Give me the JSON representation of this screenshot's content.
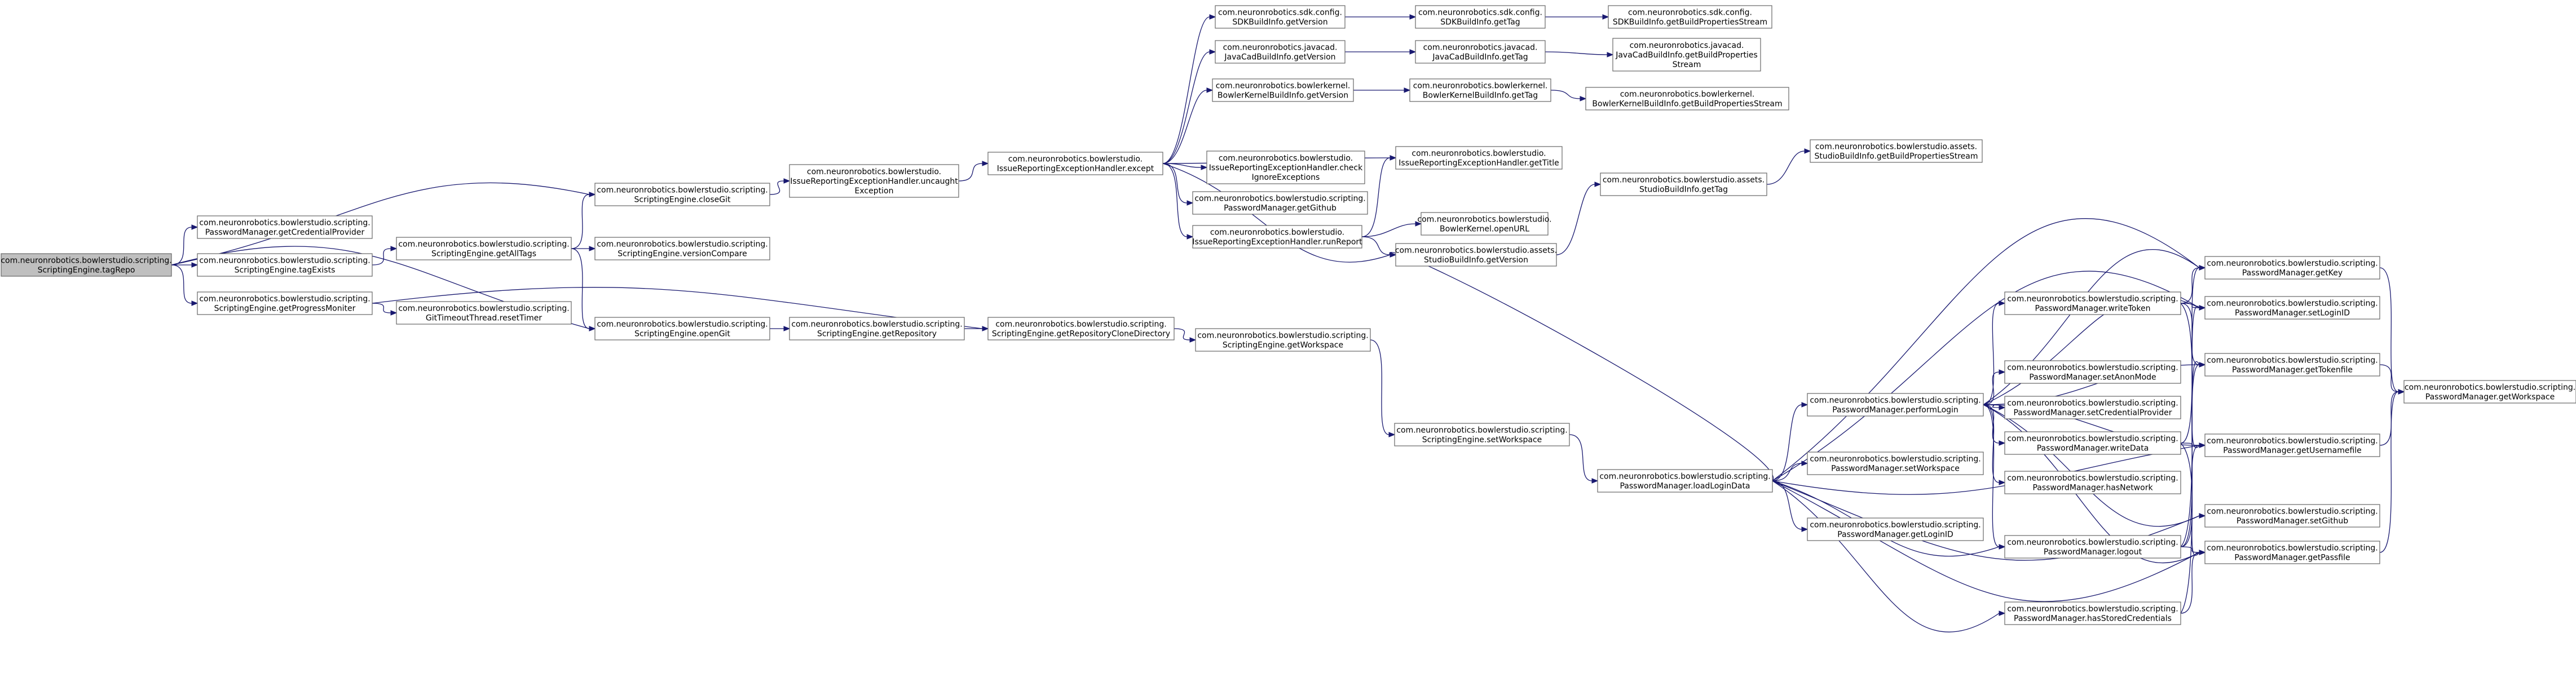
{
  "diagram": {
    "colors": {
      "edge": "#191970",
      "root_fill": "#bfbfbf",
      "node_fill": "#ffffff",
      "node_border": "#666666"
    },
    "nodes": [
      {
        "id": "n0",
        "lines": [
          "com.neuronrobotics.bowlerstudio.scripting.",
          "ScriptingEngine.tagRepo"
        ],
        "root": true
      },
      {
        "id": "n1",
        "lines": [
          "com.neuronrobotics.bowlerstudio.scripting.",
          "ScriptingEngine.closeGit"
        ]
      },
      {
        "id": "n2",
        "lines": [
          "com.neuronrobotics.bowlerstudio.",
          "IssueReportingExceptionHandler.uncaught",
          "Exception"
        ]
      },
      {
        "id": "n3",
        "lines": [
          "com.neuronrobotics.bowlerstudio.",
          "IssueReportingExceptionHandler.except"
        ]
      },
      {
        "id": "n4",
        "lines": [
          "com.neuronrobotics.sdk.config.",
          "SDKBuildInfo.getVersion"
        ]
      },
      {
        "id": "n5",
        "lines": [
          "com.neuronrobotics.sdk.config.",
          "SDKBuildInfo.getTag"
        ]
      },
      {
        "id": "n6",
        "lines": [
          "com.neuronrobotics.sdk.config.",
          "SDKBuildInfo.getBuildPropertiesStream"
        ]
      },
      {
        "id": "n7",
        "lines": [
          "com.neuronrobotics.javacad.",
          "JavaCadBuildInfo.getVersion"
        ]
      },
      {
        "id": "n8",
        "lines": [
          "com.neuronrobotics.javacad.",
          "JavaCadBuildInfo.getTag"
        ]
      },
      {
        "id": "n9",
        "lines": [
          "com.neuronrobotics.javacad.",
          "JavaCadBuildInfo.getBuildProperties",
          "Stream"
        ]
      },
      {
        "id": "n10",
        "lines": [
          "com.neuronrobotics.bowlerkernel.",
          "BowlerKernelBuildInfo.getVersion"
        ]
      },
      {
        "id": "n11",
        "lines": [
          "com.neuronrobotics.bowlerkernel.",
          "BowlerKernelBuildInfo.getTag"
        ]
      },
      {
        "id": "n12",
        "lines": [
          "com.neuronrobotics.bowlerkernel.",
          "BowlerKernelBuildInfo.getBuildPropertiesStream"
        ]
      },
      {
        "id": "n13",
        "lines": [
          "com.neuronrobotics.bowlerstudio.",
          "IssueReportingExceptionHandler.getTitle"
        ]
      },
      {
        "id": "n14",
        "lines": [
          "com.neuronrobotics.bowlerstudio.",
          "IssueReportingExceptionHandler.check",
          "IgnoreExceptions"
        ]
      },
      {
        "id": "n15",
        "lines": [
          "com.neuronrobotics.bowlerstudio.scripting.",
          "PasswordManager.getGithub"
        ]
      },
      {
        "id": "n16",
        "lines": [
          "com.neuronrobotics.bowlerstudio.",
          "IssueReportingExceptionHandler.runReport"
        ]
      },
      {
        "id": "n17",
        "lines": [
          "com.neuronrobotics.bowlerstudio.",
          "BowlerKernel.openURL"
        ]
      },
      {
        "id": "n18",
        "lines": [
          "com.neuronrobotics.bowlerstudio.assets.",
          "StudioBuildInfo.getVersion"
        ]
      },
      {
        "id": "n19",
        "lines": [
          "com.neuronrobotics.bowlerstudio.assets.",
          "StudioBuildInfo.getTag"
        ]
      },
      {
        "id": "n20",
        "lines": [
          "com.neuronrobotics.bowlerstudio.assets.",
          "StudioBuildInfo.getBuildPropertiesStream"
        ]
      },
      {
        "id": "n21",
        "lines": [
          "com.neuronrobotics.bowlerstudio.scripting.",
          "PasswordManager.getCredentialProvider"
        ]
      },
      {
        "id": "n22",
        "lines": [
          "com.neuronrobotics.bowlerstudio.scripting.",
          "ScriptingEngine.tagExists"
        ]
      },
      {
        "id": "n23",
        "lines": [
          "com.neuronrobotics.bowlerstudio.scripting.",
          "ScriptingEngine.getAllTags"
        ]
      },
      {
        "id": "n24",
        "lines": [
          "com.neuronrobotics.bowlerstudio.scripting.",
          "ScriptingEngine.versionCompare"
        ]
      },
      {
        "id": "n25",
        "lines": [
          "com.neuronrobotics.bowlerstudio.scripting.",
          "ScriptingEngine.openGit"
        ]
      },
      {
        "id": "n26",
        "lines": [
          "com.neuronrobotics.bowlerstudio.scripting.",
          "ScriptingEngine.getRepository"
        ]
      },
      {
        "id": "n27",
        "lines": [
          "com.neuronrobotics.bowlerstudio.scripting.",
          "ScriptingEngine.getRepositoryCloneDirectory"
        ]
      },
      {
        "id": "n28",
        "lines": [
          "com.neuronrobotics.bowlerstudio.scripting.",
          "ScriptingEngine.getWorkspace"
        ]
      },
      {
        "id": "n29",
        "lines": [
          "com.neuronrobotics.bowlerstudio.scripting.",
          "ScriptingEngine.setWorkspace"
        ]
      },
      {
        "id": "n30",
        "lines": [
          "com.neuronrobotics.bowlerstudio.scripting.",
          "PasswordManager.loadLoginData"
        ]
      },
      {
        "id": "n31",
        "lines": [
          "com.neuronrobotics.bowlerstudio.scripting.",
          "ScriptingEngine.getProgressMoniter"
        ]
      },
      {
        "id": "n32",
        "lines": [
          "com.neuronrobotics.bowlerstudio.scripting.",
          "GitTimeoutThread.resetTimer"
        ]
      },
      {
        "id": "n33",
        "lines": [
          "com.neuronrobotics.bowlerstudio.scripting.",
          "PasswordManager.performLogin"
        ]
      },
      {
        "id": "n34",
        "lines": [
          "com.neuronrobotics.bowlerstudio.scripting.",
          "PasswordManager.setWorkspace"
        ]
      },
      {
        "id": "n35",
        "lines": [
          "com.neuronrobotics.bowlerstudio.scripting.",
          "PasswordManager.getLoginID"
        ]
      },
      {
        "id": "n36",
        "lines": [
          "com.neuronrobotics.bowlerstudio.scripting.",
          "PasswordManager.writeToken"
        ]
      },
      {
        "id": "n37",
        "lines": [
          "com.neuronrobotics.bowlerstudio.scripting.",
          "PasswordManager.setAnonMode"
        ]
      },
      {
        "id": "n38",
        "lines": [
          "com.neuronrobotics.bowlerstudio.scripting.",
          "PasswordManager.setCredentialProvider"
        ]
      },
      {
        "id": "n39",
        "lines": [
          "com.neuronrobotics.bowlerstudio.scripting.",
          "PasswordManager.writeData"
        ]
      },
      {
        "id": "n40",
        "lines": [
          "com.neuronrobotics.bowlerstudio.scripting.",
          "PasswordManager.hasNetwork"
        ]
      },
      {
        "id": "n41",
        "lines": [
          "com.neuronrobotics.bowlerstudio.scripting.",
          "PasswordManager.logout"
        ]
      },
      {
        "id": "n42",
        "lines": [
          "com.neuronrobotics.bowlerstudio.scripting.",
          "PasswordManager.hasStoredCredentials"
        ]
      },
      {
        "id": "n43",
        "lines": [
          "com.neuronrobotics.bowlerstudio.scripting.",
          "PasswordManager.getKey"
        ]
      },
      {
        "id": "n44",
        "lines": [
          "com.neuronrobotics.bowlerstudio.scripting.",
          "PasswordManager.setLoginID"
        ]
      },
      {
        "id": "n45",
        "lines": [
          "com.neuronrobotics.bowlerstudio.scripting.",
          "PasswordManager.getTokenfile"
        ]
      },
      {
        "id": "n46",
        "lines": [
          "com.neuronrobotics.bowlerstudio.scripting.",
          "PasswordManager.getUsernamefile"
        ]
      },
      {
        "id": "n47",
        "lines": [
          "com.neuronrobotics.bowlerstudio.scripting.",
          "PasswordManager.setGithub"
        ]
      },
      {
        "id": "n48",
        "lines": [
          "com.neuronrobotics.bowlerstudio.scripting.",
          "PasswordManager.getPassfile"
        ]
      },
      {
        "id": "n49",
        "lines": [
          "com.neuronrobotics.bowlerstudio.scripting.",
          "PasswordManager.getWorkspace"
        ]
      }
    ],
    "edges": [
      [
        "n0",
        "n1"
      ],
      [
        "n0",
        "n21"
      ],
      [
        "n0",
        "n22"
      ],
      [
        "n0",
        "n31"
      ],
      [
        "n0",
        "n25"
      ],
      [
        "n1",
        "n2"
      ],
      [
        "n2",
        "n3"
      ],
      [
        "n3",
        "n4"
      ],
      [
        "n3",
        "n7"
      ],
      [
        "n3",
        "n10"
      ],
      [
        "n3",
        "n13"
      ],
      [
        "n3",
        "n14"
      ],
      [
        "n3",
        "n15"
      ],
      [
        "n3",
        "n16"
      ],
      [
        "n3",
        "n18"
      ],
      [
        "n4",
        "n5"
      ],
      [
        "n5",
        "n6"
      ],
      [
        "n7",
        "n8"
      ],
      [
        "n8",
        "n9"
      ],
      [
        "n10",
        "n11"
      ],
      [
        "n11",
        "n12"
      ],
      [
        "n16",
        "n13"
      ],
      [
        "n16",
        "n17"
      ],
      [
        "n16",
        "n18"
      ],
      [
        "n18",
        "n19"
      ],
      [
        "n19",
        "n20"
      ],
      [
        "n22",
        "n23"
      ],
      [
        "n23",
        "n1"
      ],
      [
        "n23",
        "n24"
      ],
      [
        "n23",
        "n25"
      ],
      [
        "n31",
        "n32"
      ],
      [
        "n31",
        "n27"
      ],
      [
        "n25",
        "n26"
      ],
      [
        "n26",
        "n27"
      ],
      [
        "n27",
        "n28"
      ],
      [
        "n28",
        "n29"
      ],
      [
        "n29",
        "n30"
      ],
      [
        "n30",
        "n18"
      ],
      [
        "n30",
        "n33"
      ],
      [
        "n30",
        "n34"
      ],
      [
        "n30",
        "n35"
      ],
      [
        "n30",
        "n41"
      ],
      [
        "n30",
        "n42"
      ],
      [
        "n30",
        "n43"
      ],
      [
        "n30",
        "n44"
      ],
      [
        "n30",
        "n46"
      ],
      [
        "n30",
        "n47"
      ],
      [
        "n30",
        "n48"
      ],
      [
        "n33",
        "n36"
      ],
      [
        "n33",
        "n37"
      ],
      [
        "n33",
        "n38"
      ],
      [
        "n33",
        "n39"
      ],
      [
        "n33",
        "n40"
      ],
      [
        "n33",
        "n41"
      ],
      [
        "n33",
        "n43"
      ],
      [
        "n33",
        "n44"
      ],
      [
        "n33",
        "n45"
      ],
      [
        "n33",
        "n46"
      ],
      [
        "n33",
        "n47"
      ],
      [
        "n33",
        "n48"
      ],
      [
        "n36",
        "n43"
      ],
      [
        "n36",
        "n44"
      ],
      [
        "n36",
        "n45"
      ],
      [
        "n36",
        "n46"
      ],
      [
        "n39",
        "n43"
      ],
      [
        "n39",
        "n46"
      ],
      [
        "n39",
        "n48"
      ],
      [
        "n41",
        "n44"
      ],
      [
        "n41",
        "n45"
      ],
      [
        "n41",
        "n46"
      ],
      [
        "n41",
        "n48"
      ],
      [
        "n42",
        "n45"
      ],
      [
        "n42",
        "n48"
      ],
      [
        "n43",
        "n49"
      ],
      [
        "n45",
        "n49"
      ],
      [
        "n46",
        "n49"
      ],
      [
        "n48",
        "n49"
      ]
    ]
  }
}
